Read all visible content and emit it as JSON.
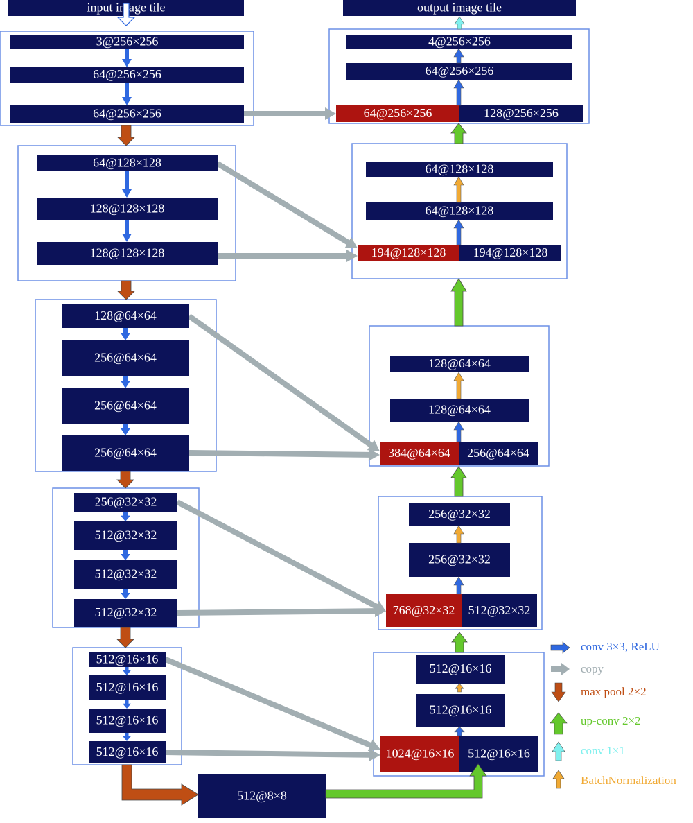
{
  "colors": {
    "block": "#0c1259",
    "concat": "#ad1410",
    "frame": "#6b8fe6",
    "conv": "#2f68e0",
    "copy": "#a2aeb2",
    "pool": "#bf4e14",
    "upconv": "#64c82c",
    "conv1x1": "#80f0ee",
    "batchnorm": "#f1aa34"
  },
  "input_label": "input image tile",
  "output_label": "output image tile",
  "encoder": {
    "level1": [
      "3@256×256",
      "64@256×256",
      "64@256×256"
    ],
    "level2": [
      "64@128×128",
      "128@128×128",
      "128@128×128"
    ],
    "level3": [
      "128@64×64",
      "256@64×64",
      "256@64×64",
      "256@64×64"
    ],
    "level4": [
      "256@32×32",
      "512@32×32",
      "512@32×32",
      "512@32×32"
    ],
    "level5": [
      "512@16×16",
      "512@16×16",
      "512@16×16",
      "512@16×16"
    ]
  },
  "bottleneck": "512@8×8",
  "decoder": {
    "level5": {
      "copied": "1024@16×16",
      "upsampled": "512@16×16",
      "layers": [
        "512@16×16",
        "512@16×16"
      ]
    },
    "level4": {
      "copied": "768@32×32",
      "upsampled": "512@32×32",
      "layers": [
        "256@32×32",
        "256@32×32"
      ]
    },
    "level3": {
      "copied": "384@64×64",
      "upsampled": "256@64×64",
      "layers": [
        "128@64×64",
        "128@64×64"
      ]
    },
    "level2": {
      "copied": "194@128×128",
      "upsampled": "194@128×128",
      "layers": [
        "64@128×128",
        "64@128×128"
      ]
    },
    "level1": {
      "copied": "64@256×256",
      "upsampled": "128@256×256",
      "layers": [
        "64@256×256",
        "4@256×256"
      ]
    }
  },
  "legend": [
    {
      "label": "conv 3×3, ReLU",
      "icon": "conv-arrow-icon"
    },
    {
      "label": "copy",
      "icon": "copy-arrow-icon"
    },
    {
      "label": "max pool 2×2",
      "icon": "maxpool-arrow-icon"
    },
    {
      "label": "up-conv 2×2",
      "icon": "upconv-arrow-icon"
    },
    {
      "label": "conv 1×1",
      "icon": "conv1x1-arrow-icon"
    },
    {
      "label": "BatchNormalization",
      "icon": "batchnorm-arrow-icon"
    }
  ]
}
